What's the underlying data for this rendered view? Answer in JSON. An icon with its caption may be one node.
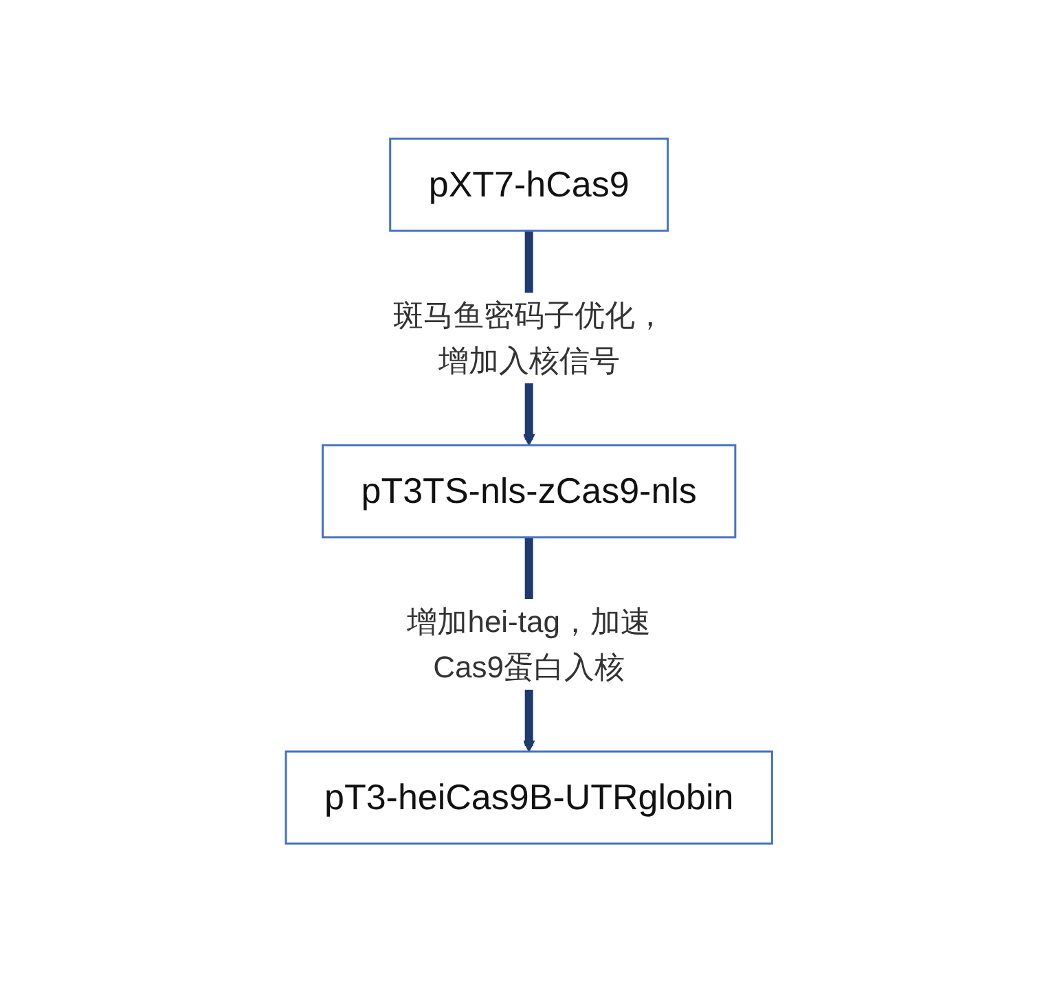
{
  "diagram": {
    "nodes": [
      {
        "text": [
          "pXT7-hCas9"
        ]
      },
      {
        "text": [
          "pT3TS-nls-zCas9-nls"
        ]
      },
      {
        "text": [
          "pT3-heiCas9B-UTRglobin"
        ]
      }
    ],
    "edges": [
      {
        "from": 0,
        "to": 1,
        "arrow": "to",
        "label": "斑马鱼密码子优化，增加入核信号"
      },
      {
        "from": 1,
        "to": 2,
        "arrow": "to",
        "label": "增加hei-tag，加速Cas9蛋白入核"
      }
    ]
  }
}
